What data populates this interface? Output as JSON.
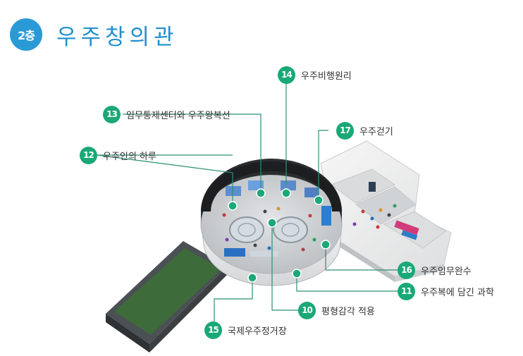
{
  "header": {
    "floor": "2층",
    "title": "우주창의관"
  },
  "colors": {
    "accent_blue": "#2a9ad6",
    "marker_green": "#1aa877",
    "leader_line": "#2c8f73"
  },
  "exhibits": [
    {
      "number": "10",
      "label": "평형감각 적용"
    },
    {
      "number": "11",
      "label": "우주복에 담긴 과학"
    },
    {
      "number": "12",
      "label": "우주인의 하루"
    },
    {
      "number": "13",
      "label": "임무통제센터와 우주왕복선"
    },
    {
      "number": "14",
      "label": "우주비행원리"
    },
    {
      "number": "15",
      "label": "국제우주정거장"
    },
    {
      "number": "16",
      "label": "우주임무완수"
    },
    {
      "number": "17",
      "label": "우주걷기"
    }
  ]
}
